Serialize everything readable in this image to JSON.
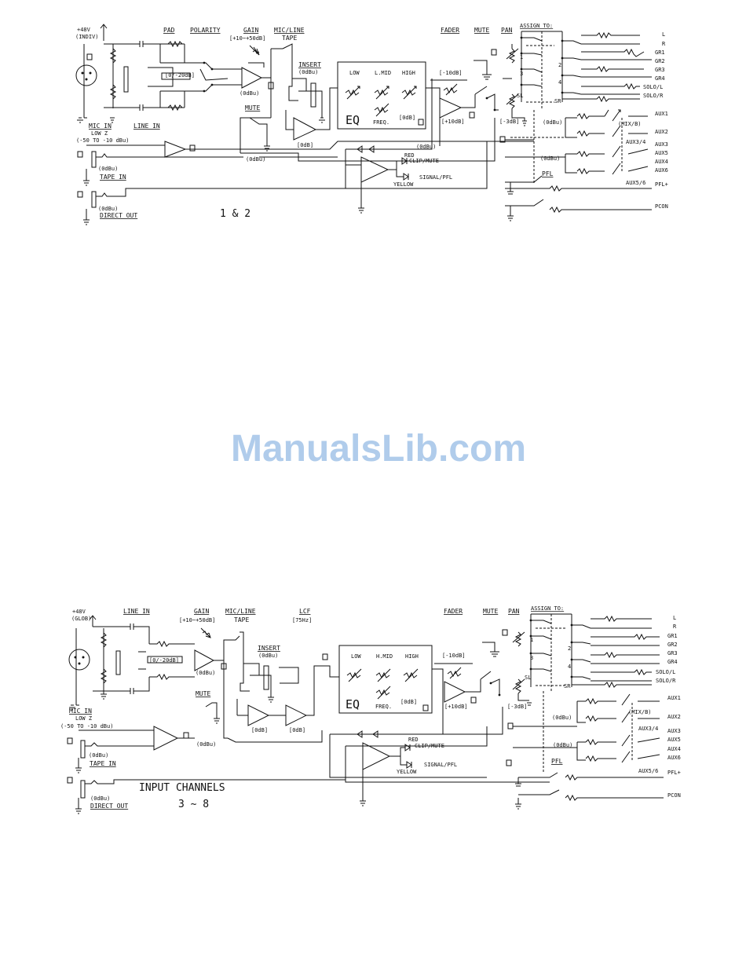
{
  "watermark": "ManualsLib.com",
  "schematic_1": {
    "phantom": "+48V",
    "phantom_mode": "(INDIV)",
    "pad": "PAD",
    "pad_value": "[0/-20dB]",
    "polarity": "POLARITY",
    "gain": "GAIN",
    "gain_range": "[+10~+50dB]",
    "mic_line": "MIC/LINE",
    "tape": "TAPE",
    "insert": "INSERT",
    "insert_level": "(0dBu)",
    "eq": "EQ",
    "eq_low": "LOW",
    "eq_lmid": "L.MID",
    "eq_high": "HIGH",
    "eq_freq": "FREQ.",
    "eq_gain": "[0dB]",
    "fader": "FADER",
    "fader_top": "[-10dB]",
    "fader_bottom": "[+10dB]",
    "mute_top": "MUTE",
    "pan": "PAN",
    "pan_level": "[-3dB]",
    "assign": "ASSIGN TO:",
    "mute": "MUTE",
    "gain_out": "(0dBu)",
    "mute_out": "(0dBu)",
    "insert_return": "[0dB]",
    "mic_in": "MIC IN",
    "low_z": "LOW Z",
    "mic_range": "(-50 TO -10 dBu)",
    "line_in": "LINE IN",
    "tape_level": "(0dBu)",
    "tape_in": "TAPE IN",
    "direct_level": "(0dBu)",
    "direct_out": "DIRECT OUT",
    "channels": "1 & 2",
    "red": "RED",
    "clip_mute": "CLIP/MUTE",
    "yellow": "YELLOW",
    "signal_pfl": "SIGNAL/PFL",
    "bus_level": "(0dBu)",
    "aux_level_a": "(0dBu)",
    "aux_level_b": "(0dBu)",
    "mix_b": "(MIX/B)",
    "pfl": "PFL",
    "outputs": [
      "L",
      "R",
      "GR1",
      "GR2",
      "GR3",
      "GR4",
      "SOLO/L",
      "SOLO/R",
      "AUX1",
      "AUX2",
      "AUX3",
      "AUX5",
      "AUX4",
      "AUX6",
      "PFL+",
      "PCON"
    ],
    "aux34": "AUX3/4",
    "aux56": "AUX5/6",
    "sw_nums": [
      "1",
      "2",
      "3",
      "4",
      "SL",
      "SR"
    ]
  },
  "schematic_2": {
    "phantom": "+48V",
    "phantom_mode": "(GLOB)",
    "line_in": "LINE IN",
    "pad_value": "[0/-20dB]",
    "gain": "GAIN",
    "gain_range": "[+10~+50dB]",
    "gain_out": "(0dBu)",
    "mic_line": "MIC/LINE",
    "tape": "TAPE",
    "lcf": "LCF",
    "lcf_freq": "[75Hz]",
    "insert": "INSERT",
    "insert_level": "(0dBu)",
    "insert_gain_a": "[0dB]",
    "insert_gain_b": "[0dB]",
    "eq": "EQ",
    "eq_low": "LOW",
    "eq_hmid": "H.MID",
    "eq_high": "HIGH",
    "eq_freq": "FREQ.",
    "eq_gain": "[0dB]",
    "fader": "FADER",
    "fader_top": "[-10dB]",
    "fader_bottom": "[+10dB]",
    "mute_top": "MUTE",
    "pan": "PAN",
    "pan_level": "[-3dB]",
    "assign": "ASSIGN TO:",
    "mute": "MUTE",
    "mute_out": "(0dBu)",
    "mic_in": "MIC IN",
    "low_z": "LOW Z",
    "mic_range": "(-50 TO -10 dBu)",
    "tape_level": "(0dBu)",
    "tape_in": "TAPE IN",
    "direct_level": "(0dBu)",
    "direct_out": "DIRECT OUT",
    "title": "INPUT CHANNELS",
    "channels": "3 ~ 8",
    "red": "RED",
    "clip_mute": "CLIP/MUTE",
    "yellow": "YELLOW",
    "signal_pfl": "SIGNAL/PFL",
    "aux_level_a": "(0dBu)",
    "aux_level_b": "(0dBu)",
    "mix_b": "(MIX/B)",
    "pfl": "PFL",
    "outputs": [
      "L",
      "R",
      "GR1",
      "GR2",
      "GR3",
      "GR4",
      "SOLO/L",
      "SOLO/R",
      "AUX1",
      "AUX2",
      "AUX3",
      "AUX5",
      "AUX4",
      "AUX6",
      "PFL+",
      "PCON"
    ],
    "aux34": "AUX3/4",
    "aux56": "AUX5/6",
    "sw_nums": [
      "1",
      "2",
      "3",
      "4",
      "SL",
      "SR"
    ]
  }
}
